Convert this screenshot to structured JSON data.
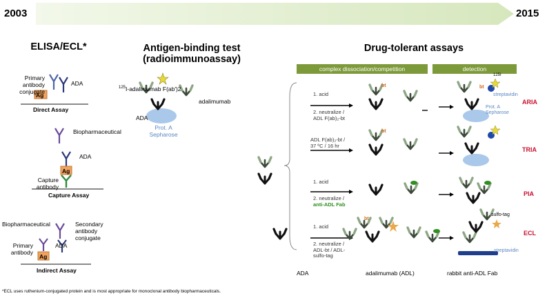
{
  "timeline": {
    "start_year": "2003",
    "end_year": "2015"
  },
  "sections": {
    "elisa": "ELISA/ECL*",
    "antigen_line1": "Antigen-binding test",
    "antigen_line2": "(radioimmunoassay)",
    "drug_tolerant": "Drug-tolerant assays"
  },
  "elisa_labels": {
    "primary_conj_1": "Primary",
    "primary_conj_2": "antibody",
    "primary_conj_3": "conjugate",
    "ada": "ADA",
    "ag": "Ag",
    "direct": "Direct Assay",
    "biopharm": "Biopharmaceutical",
    "capture_ab_1": "Capture",
    "capture_ab_2": "antibody",
    "capture": "Capture Assay",
    "biopharm2": "Biopharmaceutical",
    "secondary_1": "Secondary",
    "secondary_2": "antibody",
    "secondary_3": "conjugate",
    "primary_1": "Primary",
    "primary_2": "antibody",
    "indirect": "Indirect Assay"
  },
  "ria_labels": {
    "tracer_sup": "125",
    "tracer": "I-adalimumab F(ab')2",
    "adalimumab": "adalimumab",
    "ada": "ADA",
    "prota_1": "Prot. A",
    "prota_2": "Sepharose"
  },
  "panels": {
    "left_header": "complex dissociation/competition",
    "right_header": "detection"
  },
  "rows": [
    {
      "s1": "1. acid",
      "s2": "2. neutralize /",
      "s3": "ADL F(ab)₂-bt",
      "name": "ARIA"
    },
    {
      "s1": "ADL F(ab)₂-bt /",
      "s2": "37 ºC / 16 hr",
      "s3": "",
      "name": "TRIA"
    },
    {
      "s1": "1. acid",
      "s2": "2. neutralize /",
      "s3": "anti-ADL Fab",
      "name": "PIA"
    },
    {
      "s1": "1. acid",
      "s2": "2. neutralize /",
      "s3": "ADL-bt / ADL-",
      "s4": "sulfo-tag",
      "name": "ECL"
    }
  ],
  "detection_labels": {
    "bt": "bt",
    "i125": "125I",
    "streptavidin": "streptavidin",
    "prota_1": "Prot. A",
    "prota_2": "Sepharose",
    "sulfotag": "sulfo-tag",
    "streptavidin2": "streptavidin"
  },
  "legend": {
    "ada": "ADA",
    "adl": "adalimumab  (ADL)",
    "fab": "rabbit anti-ADL Fab"
  },
  "footnote": "*ECL uses ruthenium-conjugated protein and is most appropriate for monoclonal antibody biopharmaceuticals.",
  "colors": {
    "panel_header": "#7d9a3b",
    "row_bg": "#eef5df",
    "arrow": "#dcebc6",
    "assay_name": "#c8102e",
    "legend_bg": "#fbe9dd"
  }
}
